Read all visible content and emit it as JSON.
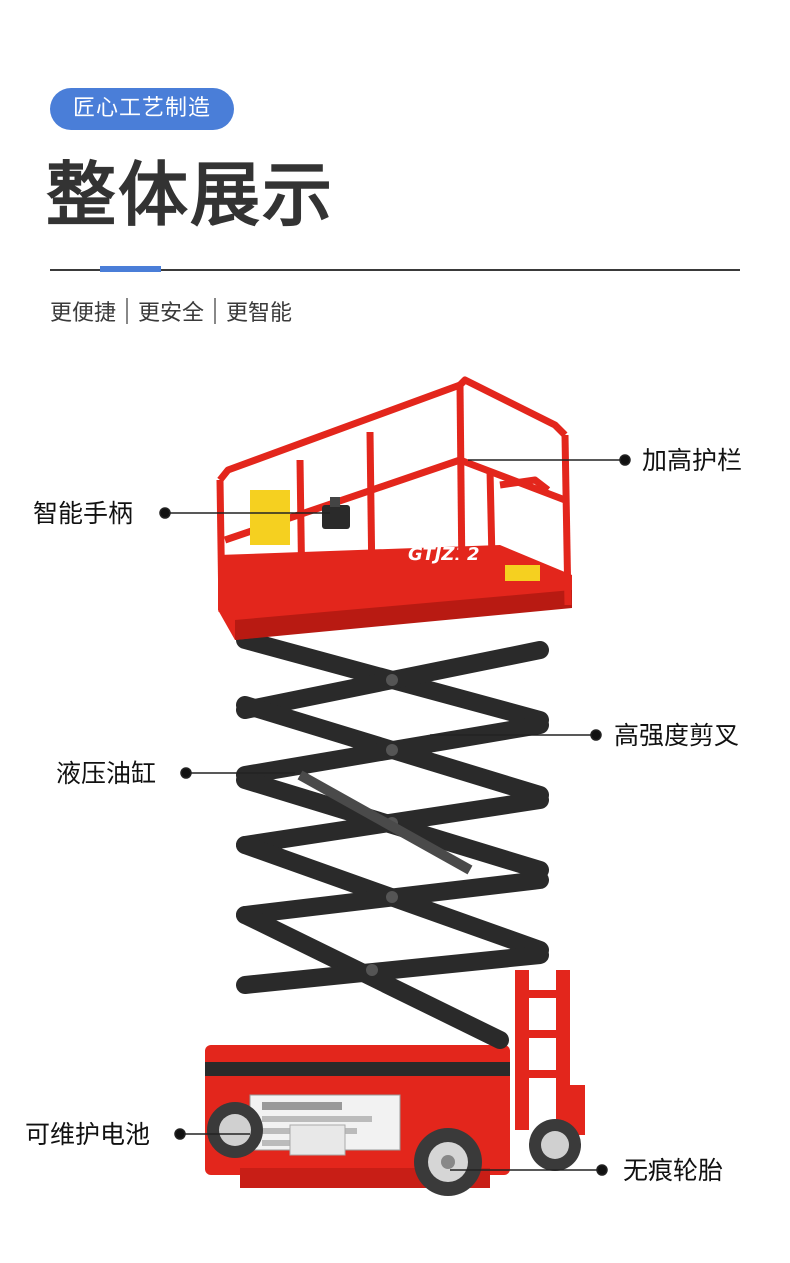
{
  "header": {
    "badge": "匠心工艺制造",
    "title": "整体展示",
    "tagline": [
      "更便捷",
      "更安全",
      "更智能"
    ]
  },
  "callouts": {
    "guardrail": "加高护栏",
    "handle": "智能手柄",
    "scissor": "高强度剪叉",
    "cylinder": "液压油缸",
    "battery": "可维护电池",
    "tires": "无痕轮胎"
  },
  "machine": {
    "model": "GTJZ12"
  },
  "colors": {
    "accent": "#4a7ed8",
    "machine_red": "#e3261c",
    "scissor_black": "#2a2a2a"
  }
}
